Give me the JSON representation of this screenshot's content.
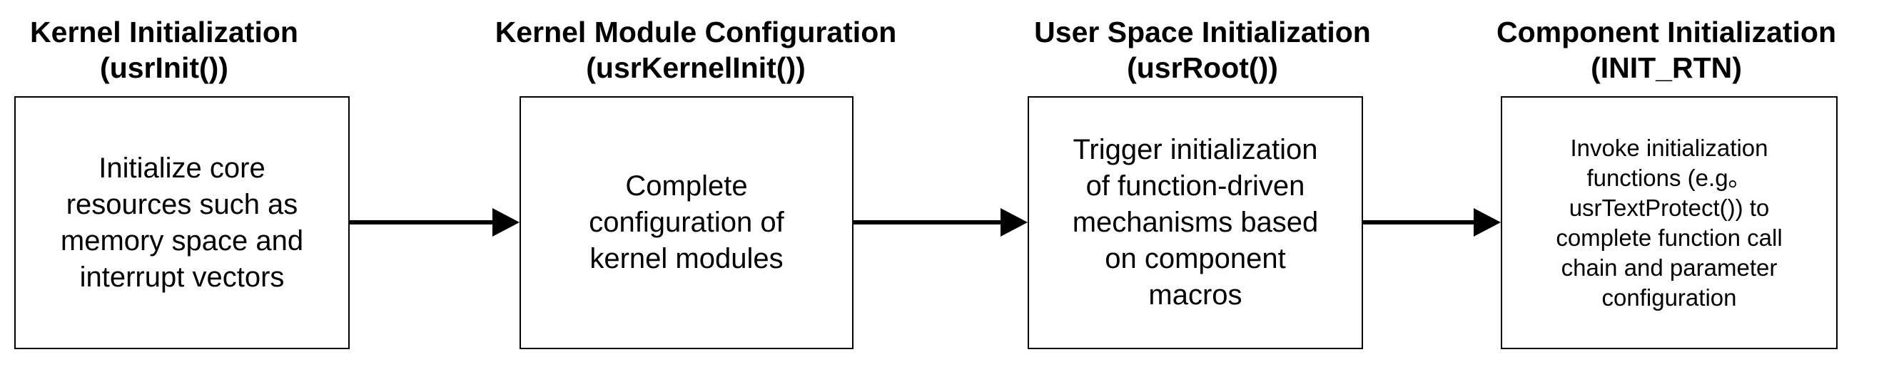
{
  "stages": [
    {
      "title_lines": [
        "Kernel Initialization",
        "(usrInit())"
      ],
      "body_lines": [
        "Initialize core",
        "resources such as",
        "memory space and",
        "interrupt vectors"
      ]
    },
    {
      "title_lines": [
        "Kernel Module Configuration",
        "(usrKernelInit())"
      ],
      "body_lines": [
        "Complete",
        "configuration of",
        "kernel modules"
      ]
    },
    {
      "title_lines": [
        "User Space Initialization",
        "(usrRoot())"
      ],
      "body_lines": [
        "Trigger initialization",
        "of function-driven",
        "mechanisms based",
        "on component",
        "macros"
      ]
    },
    {
      "title_lines": [
        "Component Initialization",
        "(INIT_RTN)"
      ],
      "body_lines": [
        "Invoke initialization",
        "functions (e.g。",
        "usrTextProtect()) to",
        "complete function call",
        "chain and parameter",
        "configuration"
      ]
    }
  ],
  "colors": {
    "stroke": "#000000",
    "background": "#ffffff"
  }
}
